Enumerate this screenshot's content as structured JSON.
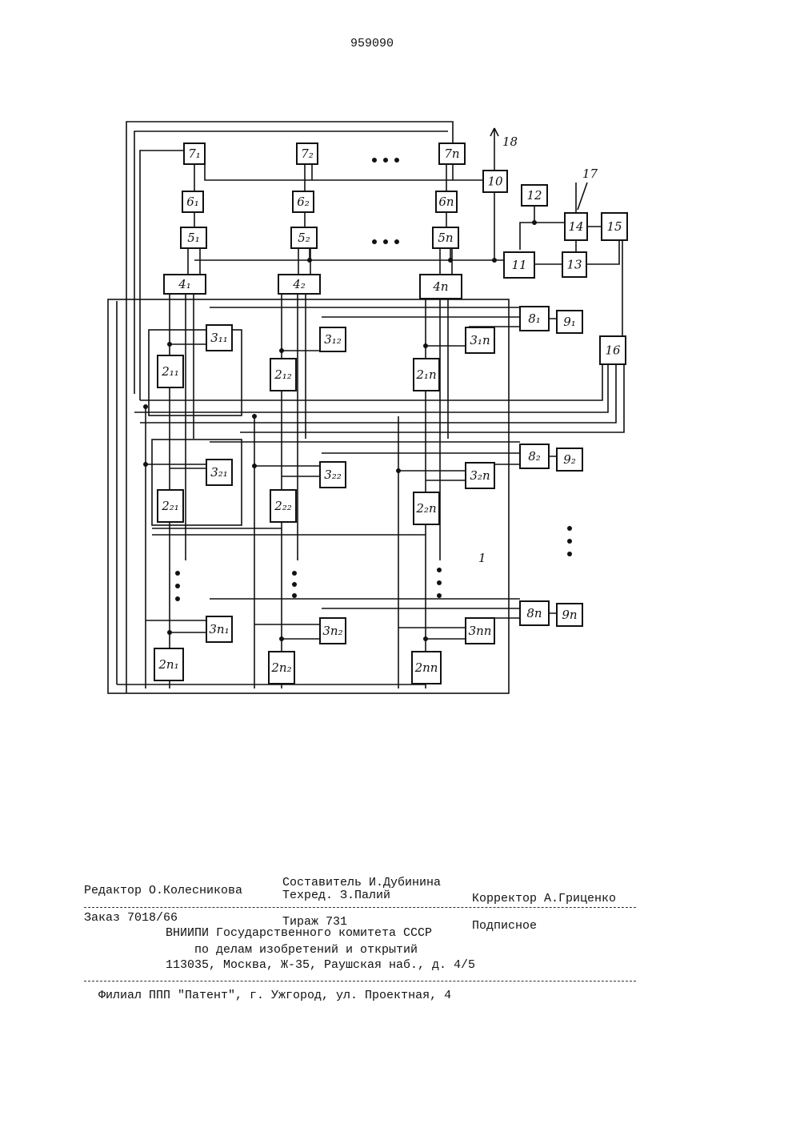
{
  "page_number": "959090",
  "diagram": {
    "blocks": {
      "b71": "7₁",
      "b72": "7₂",
      "b7n": "7n",
      "b61": "6₁",
      "b62": "6₂",
      "b6n": "6n",
      "b51": "5₁",
      "b52": "5₂",
      "b5n": "5n",
      "b41": "4₁",
      "b42": "4₂",
      "b4n": "4n",
      "b10": "10",
      "b11": "11",
      "b12": "12",
      "b13": "13",
      "b14": "14",
      "b15": "15",
      "b16": "16",
      "b311": "3₁₁",
      "b312": "3₁₂",
      "b31n": "3₁n",
      "b321": "3₂₁",
      "b322": "3₂₂",
      "b32n": "3₂n",
      "b3n1": "3n₁",
      "b3n2": "3n₂",
      "b3nn": "3nn",
      "b211": "2₁₁",
      "b212": "2₁₂",
      "b21n": "2₁n",
      "b221": "2₂₁",
      "b222": "2₂₂",
      "b22n": "2₂n",
      "b2n1": "2n₁",
      "b2n2": "2n₂",
      "b2nn": "2nn",
      "b81": "8₁",
      "b91": "9₁",
      "b82": "8₂",
      "b92": "9₂",
      "b8n": "8n",
      "b9n": "9n"
    },
    "label_18": "18",
    "label_17": "17",
    "label_1": "1"
  },
  "imprint": {
    "composer": "Составитель И.Дубинина",
    "editor": "Редактор О.Колесникова",
    "techred": "Техред. З.Палий",
    "corrector": "Корректор А.Гриценко",
    "order": "Заказ 7018/66",
    "circulation": "Тираж 731",
    "subscription": "Подписное",
    "org_line1": "ВНИИПИ Государственного комитета СССР",
    "org_line2": "по делам изобретений и открытий",
    "address": "113035, Москва, Ж-35, Раушская наб., д. 4/5",
    "branch": "Филиал ППП \"Патент\", г. Ужгород, ул. Проектная, 4"
  }
}
